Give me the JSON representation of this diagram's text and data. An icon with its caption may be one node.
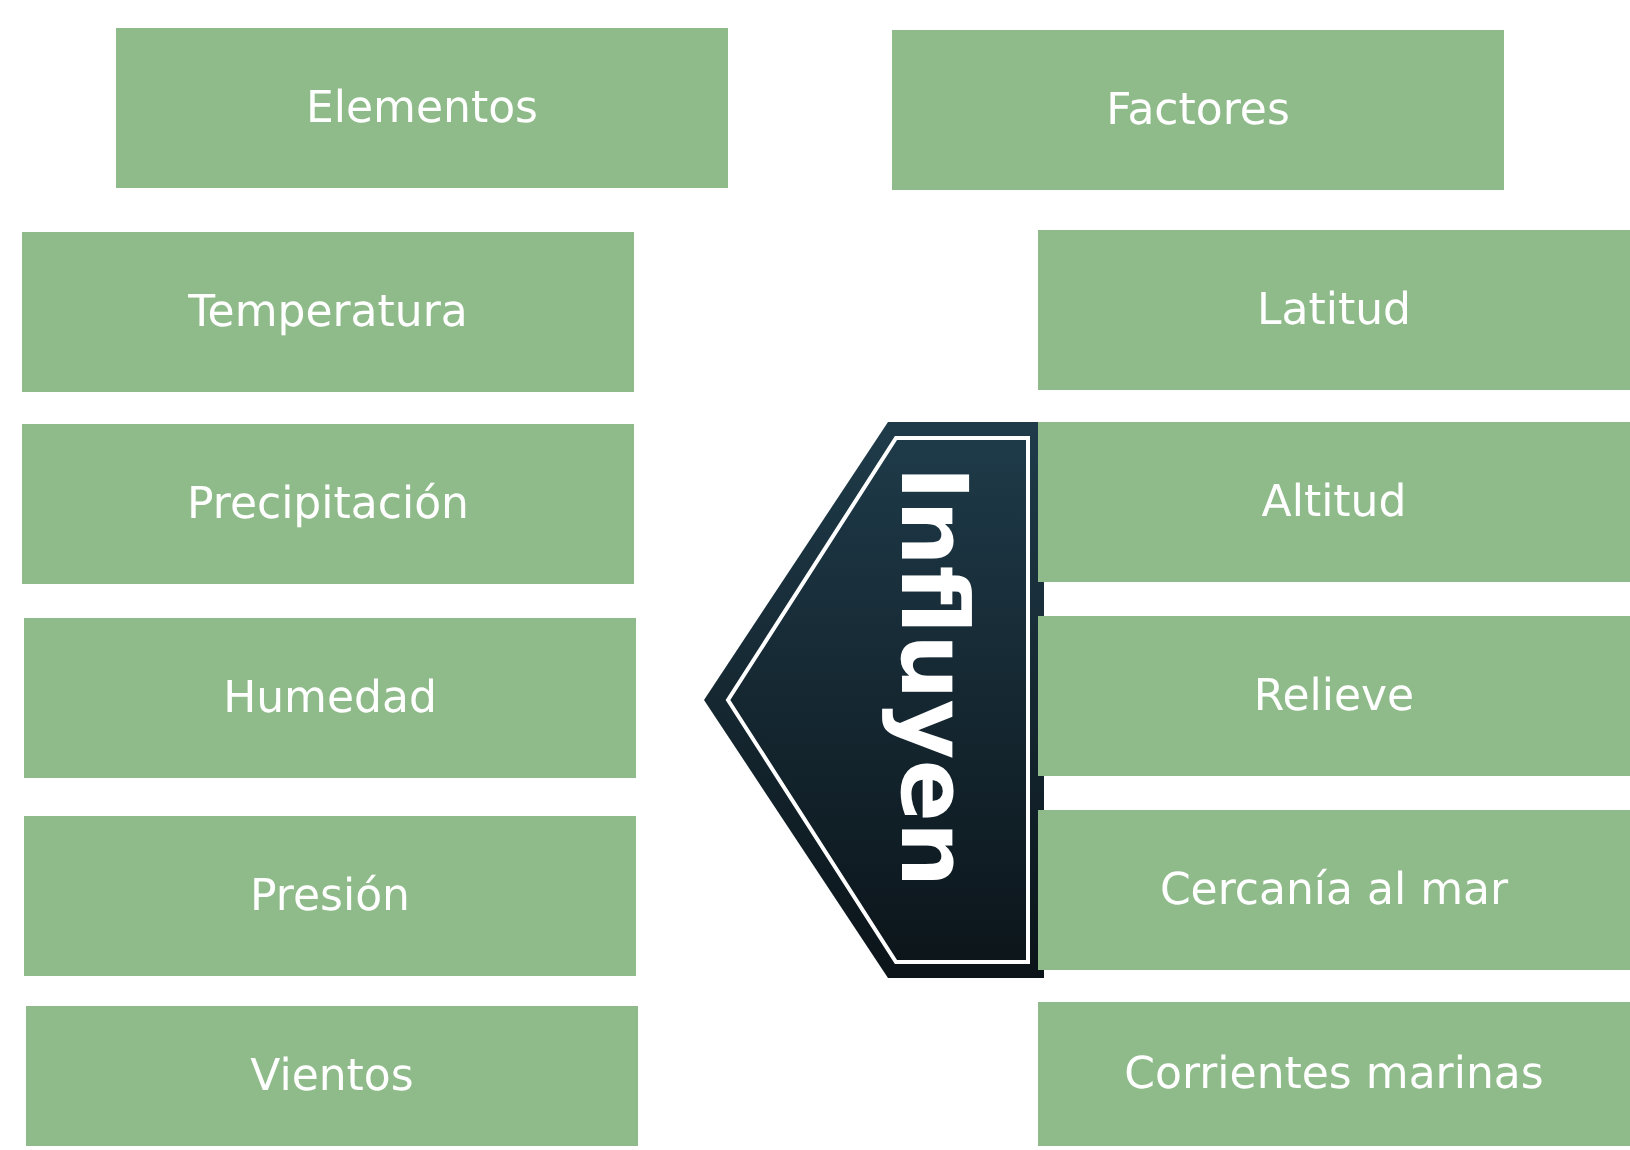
{
  "diagram": {
    "nodes": [
      {
        "text": [
          "Elementos"
        ]
      },
      {
        "text": [
          "Temperatura"
        ]
      },
      {
        "text": [
          "Precipitación"
        ]
      },
      {
        "text": [
          "Humedad"
        ]
      },
      {
        "text": [
          "Presión"
        ]
      },
      {
        "text": [
          "Vientos"
        ]
      },
      {
        "text": [
          "Influyen"
        ]
      },
      {
        "text": [
          "Factores"
        ]
      },
      {
        "text": [
          "Latitud"
        ]
      },
      {
        "text": [
          "Altitud"
        ]
      },
      {
        "text": [
          "Relieve"
        ]
      },
      {
        "text": [
          "Cercanía al mar"
        ]
      },
      {
        "text": [
          "Corrientes marinas"
        ]
      }
    ]
  }
}
